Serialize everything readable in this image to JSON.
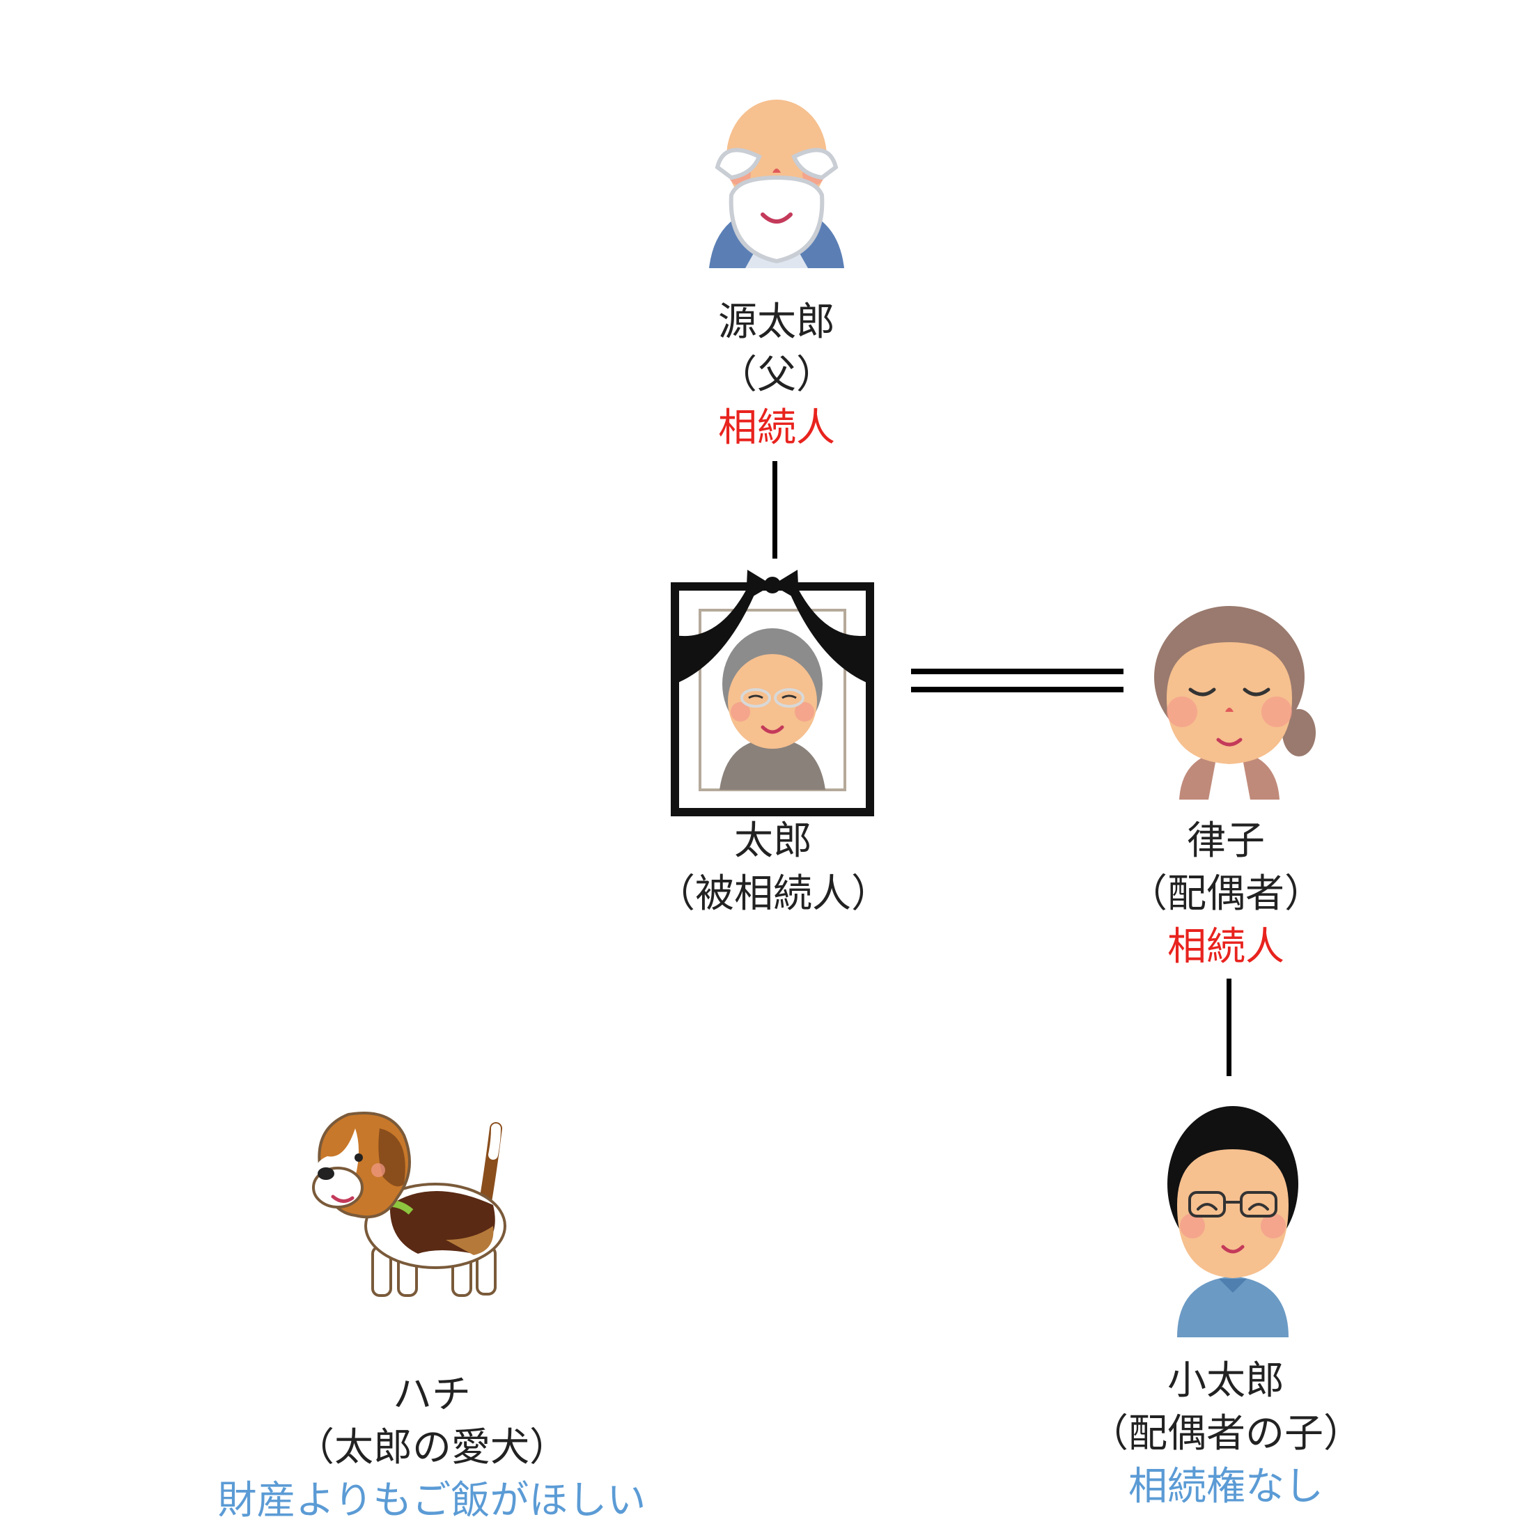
{
  "colors": {
    "heir": "#e8231e",
    "non_heir": "#5b9bd5",
    "text": "#222222",
    "line": "#000000"
  },
  "people": {
    "father": {
      "name": "源太郎",
      "relation": "（父）",
      "status": "相続人",
      "icon": "bald-old-man-icon"
    },
    "deceased": {
      "name": "太郎",
      "relation": "（被相続人）",
      "icon": "memorial-portrait-icon"
    },
    "spouse": {
      "name": "律子",
      "relation": "（配偶者）",
      "status": "相続人",
      "icon": "old-woman-icon"
    },
    "stepchild": {
      "name": "小太郎",
      "relation": "（配偶者の子）",
      "status": "相続権なし",
      "icon": "young-man-glasses-icon"
    },
    "dog": {
      "name": "ハチ",
      "relation": "（太郎の愛犬）",
      "comment": "財産よりもご飯がほしい",
      "icon": "beagle-dog-icon"
    }
  }
}
